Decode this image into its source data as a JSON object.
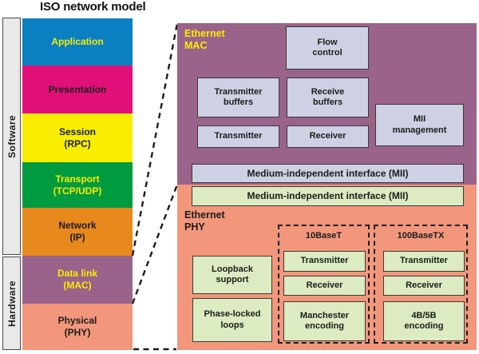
{
  "title": "ISO network model",
  "sidebar": {
    "software_label": "Software",
    "hardware_label": "Hardware"
  },
  "iso_stack": {
    "layers": [
      {
        "name": "Application",
        "sub": "",
        "bg": "#0A7FC2",
        "fg": "#F8ED00"
      },
      {
        "name": "Presentation",
        "sub": "",
        "bg": "#E01078",
        "fg": "#1C1C1C"
      },
      {
        "name": "Session",
        "sub": "(RPC)",
        "bg": "#F8ED00",
        "fg": "#1C1C1C"
      },
      {
        "name": "Transport",
        "sub": "(TCP/UDP)",
        "bg": "#009B3E",
        "fg": "#F8ED00"
      },
      {
        "name": "Network",
        "sub": "(IP)",
        "bg": "#E8891E",
        "fg": "#1C1C1C"
      },
      {
        "name": "Data link",
        "sub": "(MAC)",
        "bg": "#9A6389",
        "fg": "#F8ED00"
      },
      {
        "name": "Physical",
        "sub": "(PHY)",
        "bg": "#F2977B",
        "fg": "#1C1C1C"
      }
    ]
  },
  "mac_panel": {
    "label_line1": "Ethernet",
    "label_line2": "MAC",
    "flow_control": "Flow control",
    "transmitter_buffers": "Transmitter buffers",
    "receive_buffers": "Receive buffers",
    "transmitter": "Transmitter",
    "receiver": "Receiver",
    "mii_management": "MII management",
    "mii_bar": "Medium-independent interface (MII)"
  },
  "phy_panel": {
    "label_line1": "Ethernet",
    "label_line2": "PHY",
    "mii_bar": "Medium-independent interface (MII)",
    "loopback": "Loopback support",
    "pll": "Phase-locked loops",
    "groups": [
      {
        "title": "10BaseT",
        "boxes": [
          "Transmitter",
          "Receiver",
          "Manchester encoding"
        ]
      },
      {
        "title": "100BaseTX",
        "boxes": [
          "Transmitter",
          "Receiver",
          "4B/5B encoding"
        ]
      }
    ]
  },
  "colors": {
    "mac_bg": "#9A6389",
    "phy_bg": "#F2977B",
    "lavender_box": "#CDD1E3",
    "green_box": "#DCEBC2",
    "yellow_text": "#F8ED00",
    "sidebar_gray": "#E9E9E9"
  }
}
